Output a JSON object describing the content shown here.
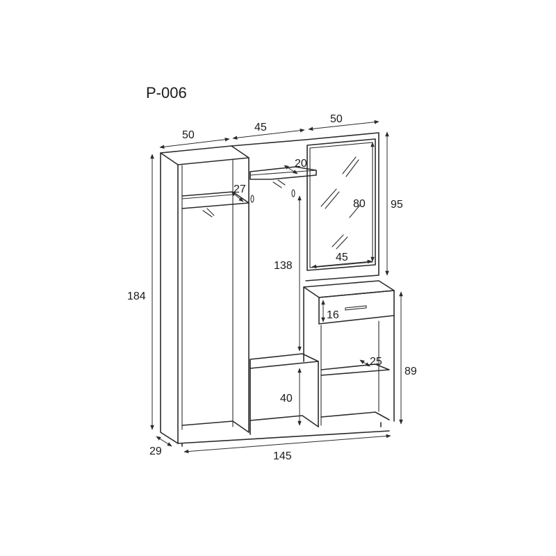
{
  "title": "P-006",
  "dimensions": {
    "left_width": "50",
    "mid_width": "45",
    "right_width": "50",
    "total_height": "184",
    "mirror_height_total": "95",
    "lower_right_height": "89",
    "depth": "29",
    "total_width": "145",
    "shelf_depth": "20",
    "rail_offset": "27",
    "mirror_height": "80",
    "mirror_width": "45",
    "hanging_height": "138",
    "drawer_height": "16",
    "right_shelf_depth": "25",
    "bottom_compartment_height": "40"
  },
  "colors": {
    "line": "#2a2a2a",
    "background": "#ffffff"
  }
}
